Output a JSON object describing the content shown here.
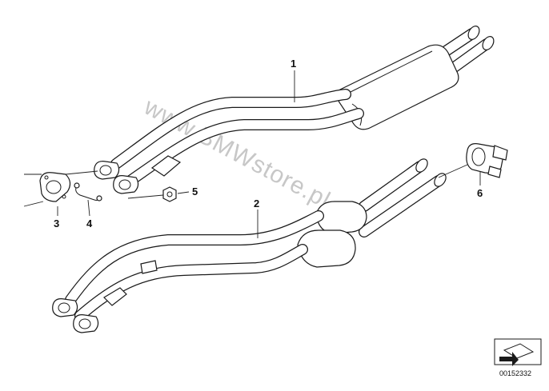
{
  "diagram": {
    "callouts": [
      {
        "id": "1",
        "label": "1",
        "part": "rear-silencer-pipe"
      },
      {
        "id": "2",
        "label": "2",
        "part": "catalytic-converter-pipe"
      },
      {
        "id": "3",
        "label": "3",
        "part": "gasket"
      },
      {
        "id": "4",
        "label": "4",
        "part": "clip"
      },
      {
        "id": "5",
        "label": "5",
        "part": "nut"
      },
      {
        "id": "6",
        "label": "6",
        "part": "pipe-clamp"
      }
    ],
    "watermark": "www.BMWstore.pl",
    "diagram_number": "00152332",
    "corner_icon": "arrow-icon"
  }
}
